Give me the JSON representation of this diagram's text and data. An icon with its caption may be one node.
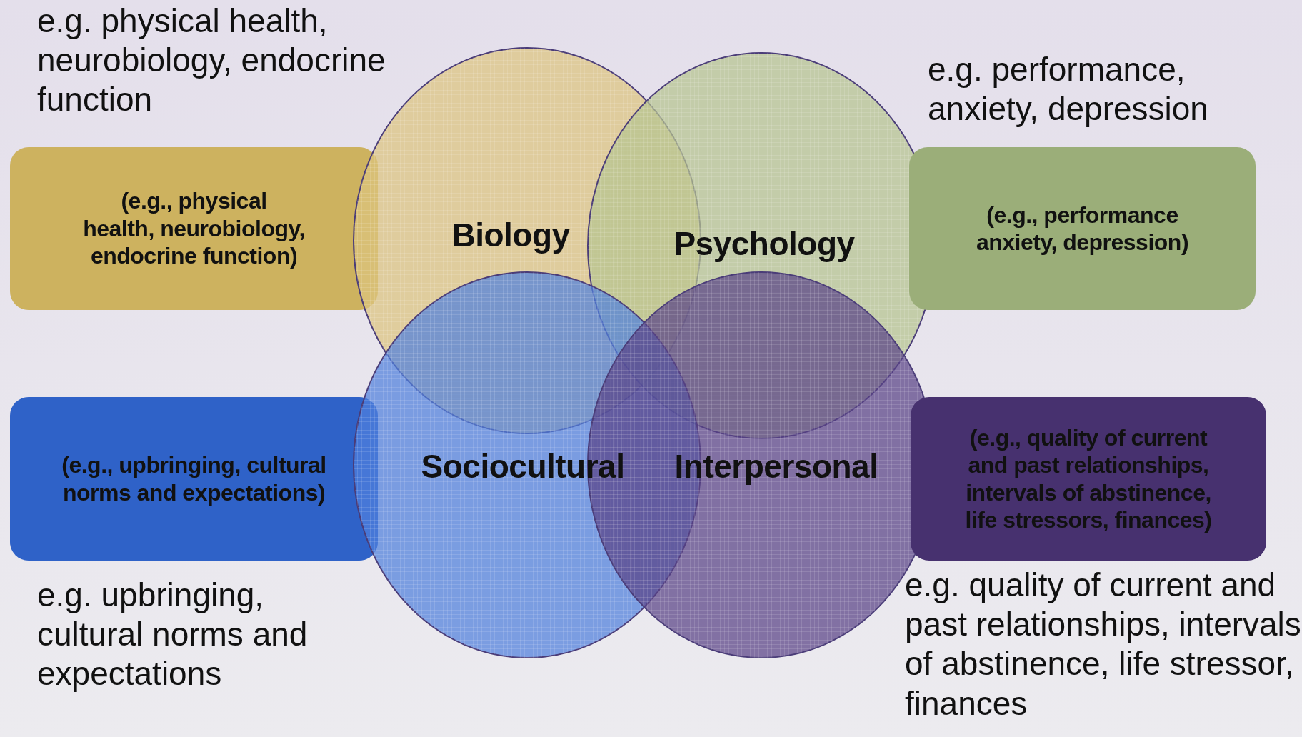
{
  "diagram": {
    "nodes": [
      {
        "text": [
          "(e.g., physical health, neurobiology, endocrine function)"
        ]
      },
      {
        "text": [
          "Biology"
        ]
      },
      {
        "text": [
          "Psychology"
        ]
      },
      {
        "text": [
          "(e.g., performance anxiety, depression)"
        ]
      },
      {
        "text": [
          "(e.g., upbringing, cultural norms and expectations)"
        ]
      },
      {
        "text": [
          "Sociocultural"
        ]
      },
      {
        "text": [
          "Interpersonal"
        ]
      },
      {
        "text": [
          "(e.g., quality of current and past relationships, intervals of abstinence, life stressors, finances)"
        ]
      }
    ],
    "edges": [],
    "labels": [
      "e.g. physical health, neurobiology, endocrine function",
      "e.g. performance, anxiety, depression",
      "e.g. upbringing, cultural norms and expectations",
      "e.g. quality of current and past relationships, intervals of abstinence, life stressor, finances"
    ]
  }
}
